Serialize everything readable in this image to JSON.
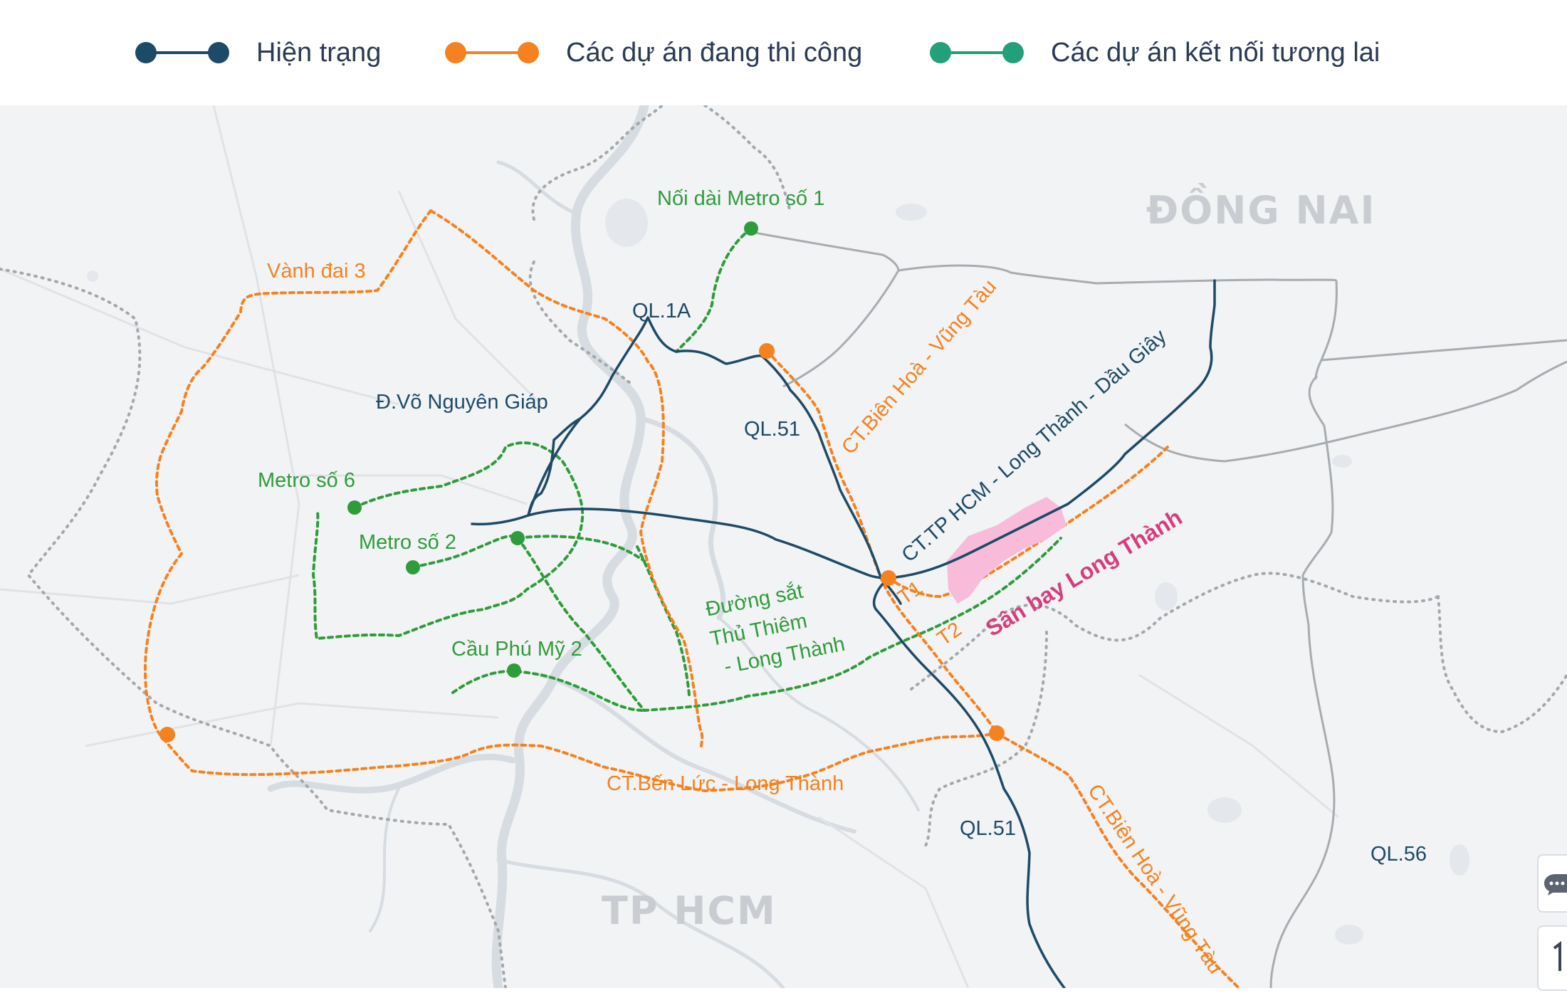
{
  "legend": {
    "items": [
      {
        "label": "Hiện trạng",
        "color": "#1d4a66"
      },
      {
        "label": "Các dự án đang thi công",
        "color": "#f58220"
      },
      {
        "label": "Các dự án kết nối tương lai",
        "color": "#21a07a"
      }
    ]
  },
  "map": {
    "regions": {
      "dong_nai": "ĐỒNG NAI",
      "tp_hcm": "TP HCM"
    },
    "existing_labels": {
      "ql1a": "QL.1A",
      "vo_nguyen_giap": "Đ.Võ Nguyên Giáp",
      "ql51_north": "QL.51",
      "ql51_south": "QL.51",
      "ql56": "QL.56",
      "expressway_hcm_lt_dg": "CT.TP HCM - Long Thành - Dầu Giây"
    },
    "construction_labels": {
      "ring3": "Vành đai 3",
      "bienhoa_vungtau_north": "CT.Biên Hoà - Vũng Tàu",
      "bienhoa_vungtau_south": "CT.Biên Hoà - Vũng Tàu",
      "benluc_longthanh": "CT.Bến Lức - Long Thành",
      "t1": "T1",
      "t2": "T2"
    },
    "future_labels": {
      "metro1_ext": "Nối dài Metro số 1",
      "metro6": "Metro số 6",
      "metro2": "Metro số 2",
      "phumy2": "Cầu Phú Mỹ 2",
      "railway_l1": "Đường sắt",
      "railway_l2": "Thủ Thiêm",
      "railway_l3": "- Long Thành"
    },
    "airport_label": "Sân bay Long Thành",
    "colors": {
      "existing": "#1d4a66",
      "construction": "#f58220",
      "future": "#2e9c3b",
      "airport": "#f8bbd9",
      "province_border": "#a3a8ad",
      "road": "#a7acb1",
      "river": "#d4dadf"
    }
  }
}
